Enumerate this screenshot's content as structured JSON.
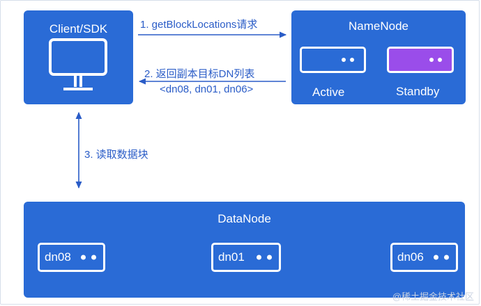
{
  "client": {
    "title": "Client/SDK",
    "icon": "monitor-icon"
  },
  "namenode": {
    "title": "NameNode",
    "nodes": [
      {
        "label": "Active",
        "color": "#2a6bd6"
      },
      {
        "label": "Standby",
        "color": "#9a4dea"
      }
    ]
  },
  "datanode": {
    "title": "DataNode",
    "nodes": [
      {
        "label": "dn08"
      },
      {
        "label": "dn01"
      },
      {
        "label": "dn06"
      }
    ]
  },
  "edges": {
    "step1": "1. getBlockLocations请求",
    "step2": "2. 返回副本目标DN列表",
    "step2_list": "<dn08, dn01, dn06>",
    "step3": "3. 读取数据块"
  },
  "watermark": "@稀土掘金技术社区",
  "colors": {
    "panel": "#2a6bd6",
    "standby": "#9a4dea",
    "arrow": "#2a5cc7",
    "text_on_panel": "#ffffff"
  }
}
